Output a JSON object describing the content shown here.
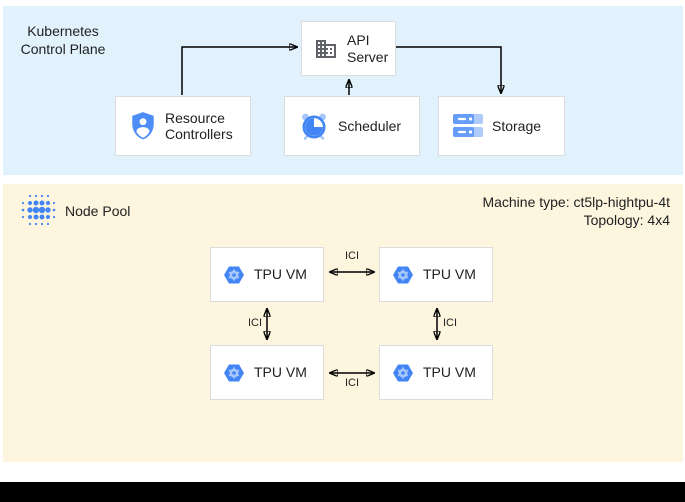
{
  "control_plane": {
    "title": "Kubernetes Control Plane",
    "api_server": "API Server",
    "resource_controllers": "Resource Controllers",
    "scheduler": "Scheduler",
    "storage": "Storage"
  },
  "node_pool": {
    "title": "Node Pool",
    "machine_type": "Machine type: ct5lp-hightpu-4t",
    "topology": "Topology: 4x4",
    "tpu_vm_labels": [
      "TPU VM",
      "TPU VM",
      "TPU VM",
      "TPU VM"
    ],
    "ici_labels": {
      "top": "ICI",
      "left": "ICI",
      "right": "ICI",
      "bottom": "ICI"
    }
  },
  "icons": {
    "api_server": "building-icon",
    "resource_controllers": "shield-user-icon",
    "scheduler": "alarm-clock-icon",
    "storage": "server-rack-icon",
    "node_pool": "dot-cluster-icon",
    "tpu_vm": "tpu-hexagon-icon"
  },
  "colors": {
    "control_plane_bg": "#E2F2FC",
    "node_pool_bg": "#FDF5DD",
    "box_border": "#DADCE0",
    "accent_blue": "#4285F4",
    "light_blue": "#A6C5FA",
    "icon_gray": "#5F6368",
    "text": "#202124"
  }
}
